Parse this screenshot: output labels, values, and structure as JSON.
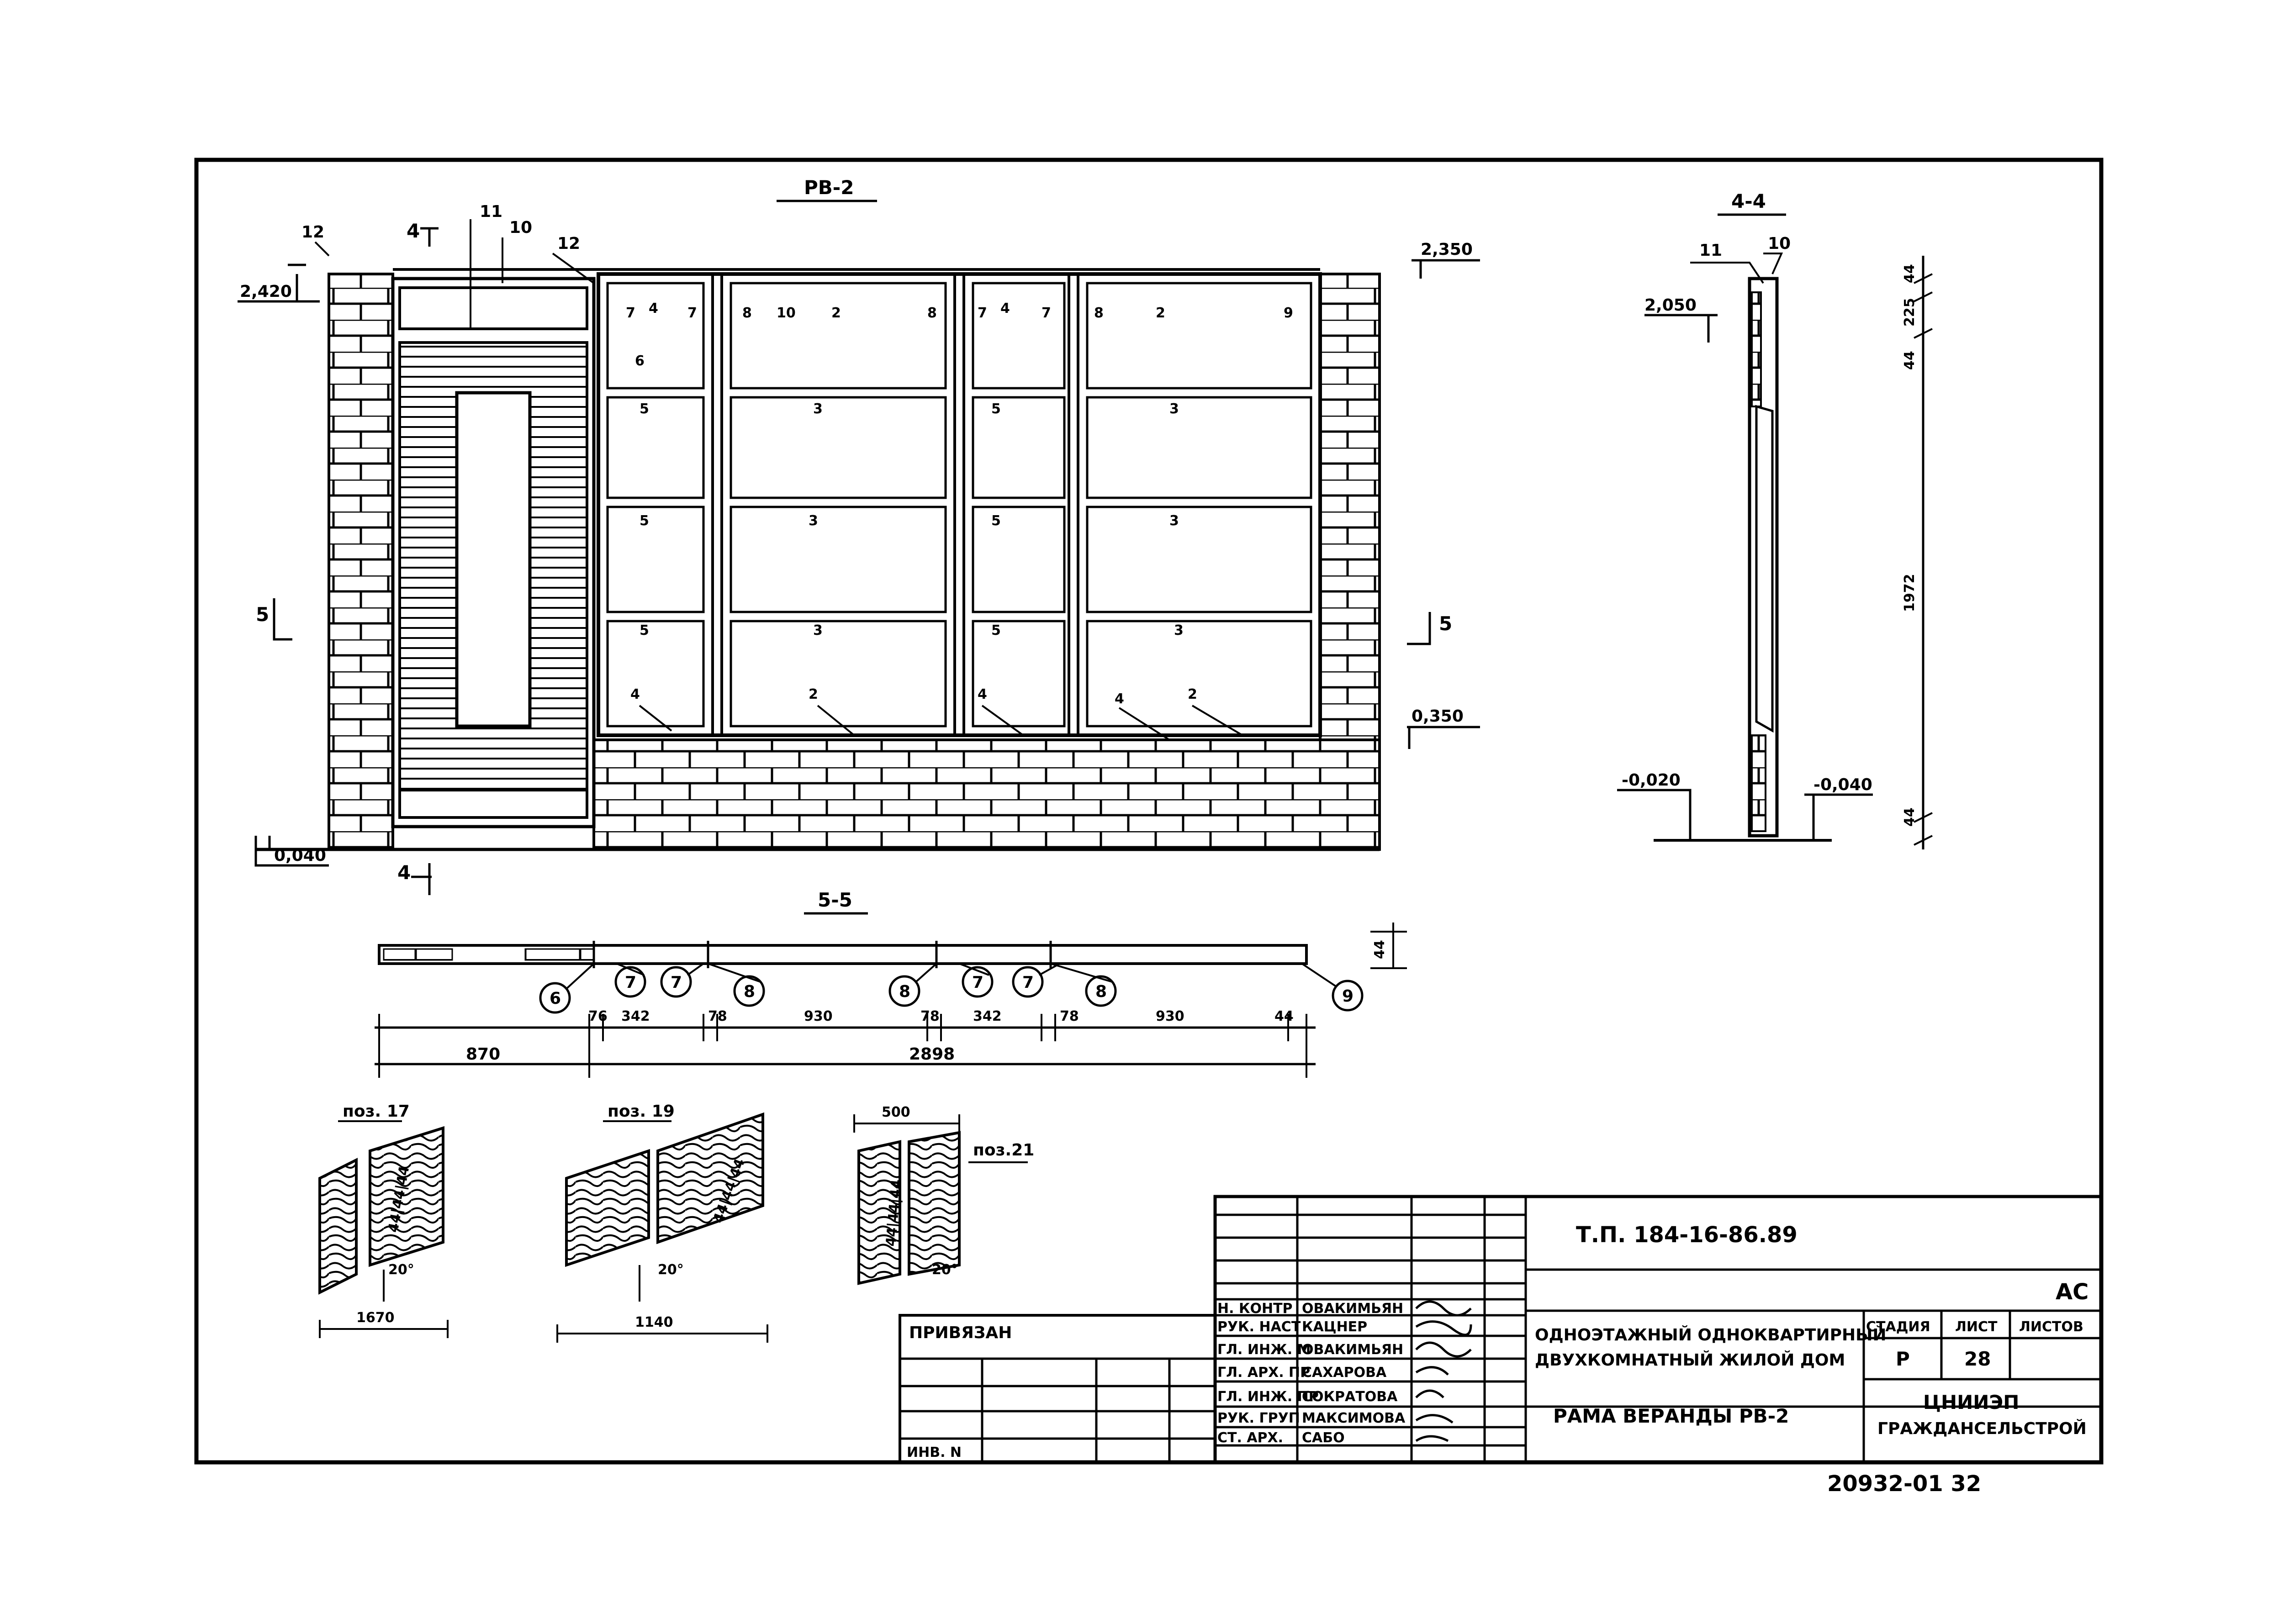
{
  "elevation": {
    "title": "РВ-2",
    "levels": [
      "2,420",
      "2,350",
      "0,350",
      "0,040"
    ],
    "section_mark_top": "4",
    "section_mark_bottom": "4",
    "section_mark_left": "5",
    "section_mark_right": "5",
    "callouts": [
      "12",
      "11",
      "10",
      "12",
      "6",
      "7",
      "4",
      "7",
      "8",
      "10",
      "2",
      "8",
      "7",
      "4",
      "7",
      "8",
      "2",
      "9",
      "5",
      "3",
      "5",
      "3",
      "5",
      "3",
      "5",
      "3",
      "5",
      "3",
      "5",
      "3",
      "4",
      "2",
      "4",
      "4",
      "2"
    ]
  },
  "section_4_4": {
    "title": "4-4",
    "levels": [
      "2,050",
      "-0,020",
      "-0,040"
    ],
    "callouts": [
      "11",
      "10"
    ],
    "dims": [
      "44",
      "225",
      "44",
      "1972",
      "44"
    ]
  },
  "section_5_5": {
    "title": "5-5",
    "circle_marks": [
      "6",
      "7",
      "7",
      "8",
      "8",
      "7",
      "7",
      "8",
      "9"
    ],
    "dims_row1": [
      "76",
      "342",
      "78",
      "930",
      "78",
      "342",
      "78",
      "930",
      "44"
    ],
    "dims_row2": [
      "870",
      "2898"
    ],
    "side_dim": "44"
  },
  "details": [
    {
      "label": "поз. 17",
      "dim": "1670",
      "angle": "20°",
      "inner": "44|44|44"
    },
    {
      "label": "поз. 19",
      "dim": "1140",
      "angle": "20°",
      "inner": "44|44|44"
    },
    {
      "label": "поз.21",
      "dim": "500",
      "angle": "20°",
      "inner": "44|44|44"
    }
  ],
  "title_block": {
    "privyazan": "ПРИВЯЗАН",
    "inv": "ИНВ. N",
    "code": "Т.П.   184-16-86.89",
    "section": "АС",
    "project_line1": "ОДНОЭТАЖНЫЙ ОДНОКВАРТИРНЫЙ",
    "project_line2": "ДВУХКОМНАТНЫЙ ЖИЛОЙ ДОМ",
    "sheet_name": "РАМА ВЕРАНДЫ РВ-2",
    "org_line1": "ЦНИИЭП",
    "org_line2": "ГРАЖДАНСЕЛЬСТРОЙ",
    "col_stage": "СТАДИЯ",
    "col_sheet": "ЛИСТ",
    "col_sheets": "ЛИСТОВ",
    "stage": "Р",
    "sheet": "28",
    "roles": [
      {
        "role": "Н. КОНТР",
        "name": "ОВАКИМЬЯН"
      },
      {
        "role": "РУК. НАСТ",
        "name": "КАЦНЕР"
      },
      {
        "role": "ГЛ. ИНЖ. М",
        "name": "ОВАКИМЬЯН"
      },
      {
        "role": "ГЛ. АРХ. ПР",
        "name": "САХАРОВА"
      },
      {
        "role": "ГЛ. ИНЖ. ПР",
        "name": "СОКРАТОВА"
      },
      {
        "role": "РУК. ГРУП",
        "name": "МАКСИМОВА"
      },
      {
        "role": "СТ. АРХ.",
        "name": "САБО"
      }
    ]
  },
  "stamp": "20932-01  32"
}
